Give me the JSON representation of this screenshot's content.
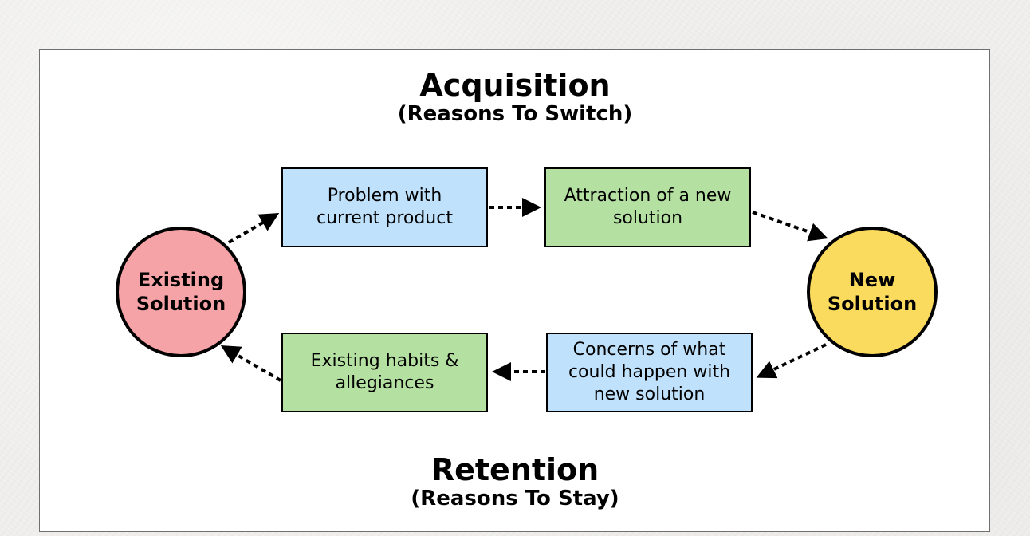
{
  "acquisition": {
    "title": "Acquisition",
    "subtitle": "(Reasons To Switch)"
  },
  "retention": {
    "title": "Retention",
    "subtitle": "(Reasons To Stay)"
  },
  "nodes": {
    "existing_solution": "Existing\nSolution",
    "new_solution": "New\nSolution",
    "problem": "Problem with current product",
    "attraction": "Attraction of a new solution",
    "concerns": "Concerns of what could happen with new solution",
    "habits": "Existing habits & allegiances"
  },
  "colors": {
    "blue_box": "#bfe1fb",
    "green_box": "#b4e0a1",
    "existing_circle": "#f6a3a8",
    "new_circle": "#fbdb5e"
  }
}
